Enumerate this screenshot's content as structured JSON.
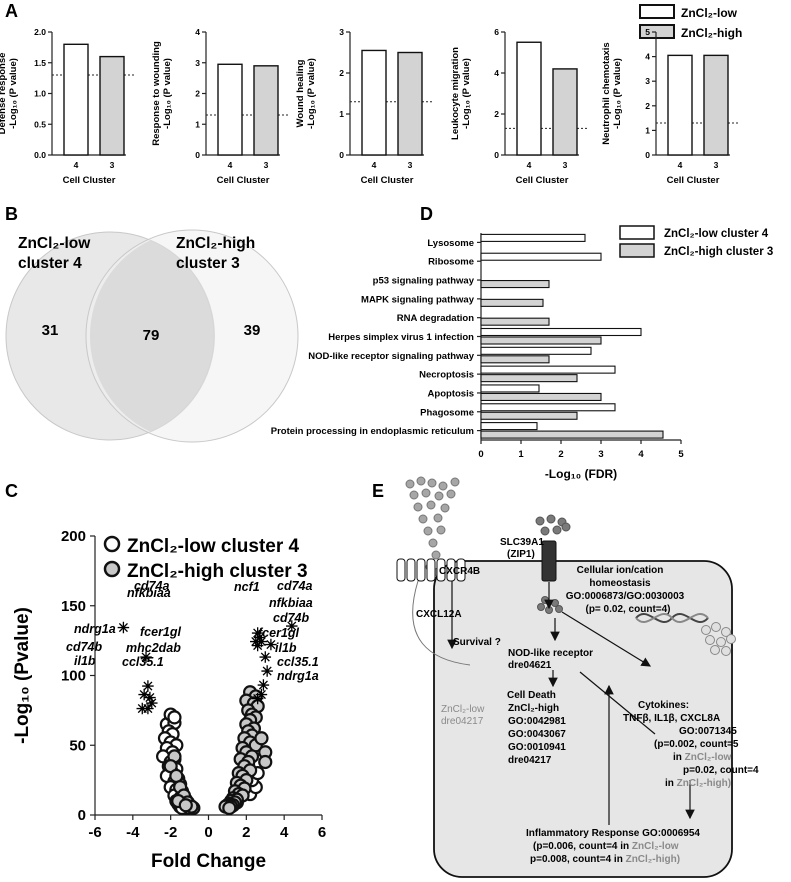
{
  "panels": {
    "A": "A",
    "B": "B",
    "C": "C",
    "D": "D",
    "E": "E"
  },
  "legend_a": {
    "low": "ZnCl₂-low",
    "high": "ZnCl₂-high"
  },
  "chart_data": [
    {
      "type": "bar",
      "panel": "A1",
      "ylabel_top": "Defense response",
      "ylabel_bottom": "-Log₁₀ (P value)",
      "xlabel": "Cell Cluster",
      "categories": [
        "4",
        "3"
      ],
      "values": [
        1.8,
        1.6
      ],
      "ylim": [
        0,
        2.0
      ],
      "yticks": [
        "0.0",
        "0.5",
        "1.0",
        "1.5",
        "2.0"
      ],
      "threshold": 1.3
    },
    {
      "type": "bar",
      "panel": "A2",
      "ylabel_top": "Response to wounding",
      "ylabel_bottom": "-Log₁₀ (P value)",
      "xlabel": "Cell Cluster",
      "categories": [
        "4",
        "3"
      ],
      "values": [
        2.95,
        2.9
      ],
      "ylim": [
        0,
        4
      ],
      "yticks": [
        "0",
        "1",
        "2",
        "3",
        "4"
      ],
      "threshold": 1.3
    },
    {
      "type": "bar",
      "panel": "A3",
      "ylabel_top": "Wound healing",
      "ylabel_bottom": "-Log₁₀ (P value)",
      "xlabel": "Cell Cluster",
      "categories": [
        "4",
        "3"
      ],
      "values": [
        2.55,
        2.5
      ],
      "ylim": [
        0,
        3
      ],
      "yticks": [
        "0",
        "1",
        "2",
        "3"
      ],
      "threshold": 1.3
    },
    {
      "type": "bar",
      "panel": "A4",
      "ylabel_top": "Leukocyte migration",
      "ylabel_bottom": "-Log₁₀ (P value)",
      "xlabel": "Cell Cluster",
      "categories": [
        "4",
        "3"
      ],
      "values": [
        5.5,
        4.2
      ],
      "ylim": [
        0,
        6
      ],
      "yticks": [
        "0",
        "2",
        "4",
        "6"
      ],
      "threshold": 1.3
    },
    {
      "type": "bar",
      "panel": "A5",
      "ylabel_top": "Neutrophil chemotaxis",
      "ylabel_bottom": "-Log₁₀ (P value)",
      "xlabel": "Cell Cluster",
      "categories": [
        "4",
        "3"
      ],
      "values": [
        4.05,
        4.05
      ],
      "ylim": [
        0,
        5
      ],
      "yticks": [
        "0",
        "1",
        "2",
        "3",
        "4",
        "5"
      ],
      "threshold": 1.3
    },
    {
      "type": "bar",
      "panel": "D",
      "orientation": "horizontal",
      "xlabel": "-Log₁₀ (FDR)",
      "xlim": [
        0,
        5
      ],
      "xticks": [
        "0",
        "1",
        "2",
        "3",
        "4",
        "5"
      ],
      "legend": {
        "low": "ZnCl₂-low cluster 4",
        "high": "ZnCl₂-high cluster 3"
      },
      "categories": [
        "Lysosome",
        "Ribosome",
        "p53 signaling pathway",
        "MAPK signaling pathway",
        "RNA degradation",
        "Herpes simplex virus 1 infection",
        "NOD-like receptor signaling pathway",
        "Necroptosis",
        "Apoptosis",
        "Phagosome",
        "Protein processing in endoplasmic reticulum"
      ],
      "series": [
        {
          "name": "ZnCl₂-low cluster 4",
          "values": [
            2.6,
            3.0,
            0,
            0,
            0,
            4.0,
            2.75,
            3.35,
            1.45,
            3.35,
            1.4
          ]
        },
        {
          "name": "ZnCl₂-high cluster 3",
          "values": [
            0,
            0,
            1.7,
            1.55,
            1.7,
            3.0,
            1.7,
            2.4,
            3.0,
            2.4,
            4.55
          ]
        }
      ]
    },
    {
      "type": "scatter",
      "panel": "C",
      "xlabel": "Fold Change",
      "ylabel": "-Log₁₀ (Pvalue)",
      "xlim": [
        -6,
        6
      ],
      "ylim": [
        0,
        200
      ],
      "xticks": [
        "-6",
        "-4",
        "-2",
        "0",
        "2",
        "4",
        "6"
      ],
      "yticks": [
        "0",
        "50",
        "100",
        "150",
        "200"
      ],
      "legend": {
        "low": "ZnCl₂-low cluster 4",
        "high": "ZnCl₂-high cluster 3"
      },
      "series": [
        {
          "name": "ZnCl₂-low cluster 4",
          "points": [
            [
              -2.0,
              68
            ],
            [
              -2.2,
              65
            ],
            [
              -1.8,
              66
            ],
            [
              -2.1,
              60
            ],
            [
              -1.9,
              58
            ],
            [
              -2.3,
              55
            ],
            [
              -2.0,
              52
            ],
            [
              -1.7,
              50
            ],
            [
              -2.2,
              48
            ],
            [
              -1.9,
              45
            ],
            [
              -2.4,
              42
            ],
            [
              -1.8,
              40
            ],
            [
              -2.0,
              38
            ],
            [
              -2.1,
              35
            ],
            [
              -1.7,
              33
            ],
            [
              -1.9,
              30
            ],
            [
              -2.2,
              28
            ],
            [
              -1.6,
              26
            ],
            [
              -1.8,
              24
            ],
            [
              -1.5,
              22
            ],
            [
              -2.0,
              20
            ],
            [
              -1.7,
              18
            ],
            [
              -1.4,
              17
            ],
            [
              -1.6,
              15
            ],
            [
              -1.8,
              14
            ],
            [
              -1.3,
              13
            ],
            [
              -1.5,
              12
            ],
            [
              -1.2,
              11
            ],
            [
              -1.7,
              10
            ],
            [
              -1.4,
              9
            ],
            [
              -1.1,
              9
            ],
            [
              -1.3,
              8
            ],
            [
              -1.6,
              8
            ],
            [
              -1.0,
              7
            ],
            [
              -1.2,
              6
            ],
            [
              -1.5,
              6
            ],
            [
              -0.9,
              6
            ],
            [
              -0.8,
              5
            ],
            [
              -1.1,
              5
            ],
            [
              -1.4,
              5
            ],
            [
              -2.0,
              72
            ],
            [
              -1.8,
              70
            ],
            [
              2.0,
              45
            ],
            [
              1.8,
              40
            ],
            [
              2.1,
              35
            ],
            [
              1.7,
              30
            ],
            [
              1.9,
              25
            ],
            [
              1.6,
              20
            ],
            [
              1.5,
              18
            ],
            [
              2.2,
              15
            ],
            [
              1.4,
              14
            ],
            [
              1.3,
              12
            ],
            [
              1.2,
              10
            ],
            [
              1.5,
              9
            ],
            [
              1.1,
              8
            ],
            [
              1.3,
              7
            ],
            [
              1.0,
              6
            ],
            [
              2.5,
              20
            ],
            [
              2.3,
              25
            ],
            [
              2.6,
              30
            ]
          ]
        },
        {
          "name": "ZnCl₂-high cluster 3",
          "points": [
            [
              2.2,
              88
            ],
            [
              2.5,
              85
            ],
            [
              2.0,
              82
            ],
            [
              2.4,
              80
            ],
            [
              2.6,
              78
            ],
            [
              2.1,
              75
            ],
            [
              2.3,
              72
            ],
            [
              2.5,
              70
            ],
            [
              2.2,
              68
            ],
            [
              2.0,
              65
            ],
            [
              2.4,
              62
            ],
            [
              2.1,
              60
            ],
            [
              2.3,
              57
            ],
            [
              1.9,
              55
            ],
            [
              2.2,
              52
            ],
            [
              2.5,
              50
            ],
            [
              1.8,
              48
            ],
            [
              2.0,
              45
            ],
            [
              2.3,
              42
            ],
            [
              1.7,
              40
            ],
            [
              2.1,
              38
            ],
            [
              1.9,
              35
            ],
            [
              2.2,
              32
            ],
            [
              1.6,
              30
            ],
            [
              1.8,
              28
            ],
            [
              2.0,
              25
            ],
            [
              1.5,
              23
            ],
            [
              1.7,
              21
            ],
            [
              1.9,
              19
            ],
            [
              1.4,
              17
            ],
            [
              1.6,
              15
            ],
            [
              1.8,
              14
            ],
            [
              1.3,
              12
            ],
            [
              1.5,
              11
            ],
            [
              1.2,
              10
            ],
            [
              1.4,
              9
            ],
            [
              1.1,
              8
            ],
            [
              1.3,
              7
            ],
            [
              1.0,
              7
            ],
            [
              1.2,
              6
            ],
            [
              0.9,
              6
            ],
            [
              1.1,
              5
            ],
            [
              3.0,
              45
            ],
            [
              3.0,
              38
            ],
            [
              2.8,
              55
            ],
            [
              -1.8,
              42
            ],
            [
              -2.0,
              35
            ],
            [
              -1.7,
              28
            ],
            [
              -1.5,
              20
            ],
            [
              -1.3,
              14
            ],
            [
              -1.1,
              9
            ],
            [
              -0.9,
              6
            ],
            [
              -1.6,
              10
            ],
            [
              -1.2,
              7
            ]
          ]
        }
      ],
      "stars": [
        [
          -4.5,
          134
        ],
        [
          -3.3,
          113
        ],
        [
          -3.2,
          92
        ],
        [
          -3.4,
          86
        ],
        [
          -3.1,
          84
        ],
        [
          -3.0,
          80
        ],
        [
          -3.5,
          76
        ],
        [
          -3.2,
          76
        ],
        [
          2.6,
          130
        ],
        [
          2.7,
          127
        ],
        [
          2.5,
          124
        ],
        [
          2.8,
          124
        ],
        [
          2.6,
          121
        ],
        [
          4.4,
          135
        ],
        [
          3.3,
          122
        ],
        [
          3.0,
          113
        ],
        [
          3.1,
          103
        ],
        [
          2.9,
          93
        ],
        [
          2.8,
          86
        ],
        [
          2.6,
          83
        ]
      ]
    }
  ],
  "genes_c": {
    "cd74a_l": "cd74a",
    "nfkbiaa_l": "nfkbiaa",
    "ndrg1a_l": "ndrg1a",
    "fcer1gl_l": "fcer1gl",
    "cd74b_l": "cd74b",
    "mhc2dab": "mhc2dab",
    "il1b_l": "il1b",
    "ccl35_l": "ccl35.1",
    "ncf1": "ncf1",
    "cd74a_r": "cd74a",
    "nfkbiaa_r": "nfkbiaa",
    "cd74b_r": "cd74b",
    "fcer1gl_r": "fcer1gl",
    "il1b_r": "il1b",
    "ccl35_r": "ccl35.1",
    "ndrg1a_r": "ndrg1a"
  },
  "venn": {
    "left_title_1": "ZnCl₂-low",
    "left_title_2": "cluster 4",
    "right_title_1": "ZnCl₂-high",
    "right_title_2": "cluster 3",
    "left_only": "31",
    "both": "79",
    "right_only": "39"
  },
  "panel_e": {
    "cxcl12a": "CXCL12A",
    "cxcr4b": "CXCR4B",
    "slc39a1": "SLC39A1",
    "zip1": "(ZIP1)",
    "homeo_1": "Cellular ion/cation",
    "homeo_2": "homeostasis",
    "homeo_3": "GO:0006873/GO:0030003",
    "homeo_4": "(p= 0.02, count=4)",
    "survival": "Survival ?",
    "nod_1": "NOD-like receptor",
    "nod_2": "dre04621",
    "low_1": "ZnCl₂-low",
    "low_2": "dre04217",
    "death_1": "Cell Death",
    "death_2": "ZnCl₂-high",
    "death_3": "GO:0042981",
    "death_4": "GO:0043067",
    "death_5": "GO:0010941",
    "death_6": "dre04217",
    "cyto_1": "Cytokines:",
    "cyto_2": "TNFβ, IL1β, CXCL8A",
    "cyto_3": "GO:0071345",
    "cyto_4": "(p=0.002, count=5",
    "cyto_5a": "in ",
    "cyto_5b": "ZnCl₂-low",
    "cyto_6": "p=0.02, count=4",
    "cyto_7a": "in ",
    "cyto_7b": "ZnCl₂-high)",
    "infl_1": "Inflammatory Response GO:0006954",
    "infl_2a": "(p=0.006, count=4 in ",
    "infl_2b": "ZnCl₂-low",
    "infl_3a": "p=0.008, count=4 in ",
    "infl_3b": "ZnCl₂-high)"
  },
  "colors": {
    "low": "#ffffff",
    "high": "#d3d3d3",
    "outline": "#111111",
    "cell": "#e6e6e6",
    "grey_text": "#8a8a8a",
    "dot": "#9a9a9a"
  }
}
